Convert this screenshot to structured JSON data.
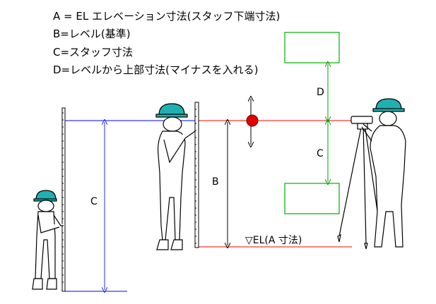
{
  "legend": [
    "A = EL エレベーション寸法(スタッフ下端寸法)",
    "B=レベル(基準)",
    "C=スタッフ寸法",
    "D=レベルから上部寸法(マイナスを入れる)"
  ],
  "labels": {
    "c_left": "C",
    "b": "B",
    "d": "D",
    "c_right": "C",
    "el": "▽EL(A 寸法)"
  },
  "colors": {
    "level_line": "#ff0000",
    "staff_line": "#0000ff",
    "dimension": "#2a2aff",
    "green_dim": "#00a000",
    "box": "#00b000",
    "helmet": "#20b0b0",
    "marker": "#e00000"
  }
}
